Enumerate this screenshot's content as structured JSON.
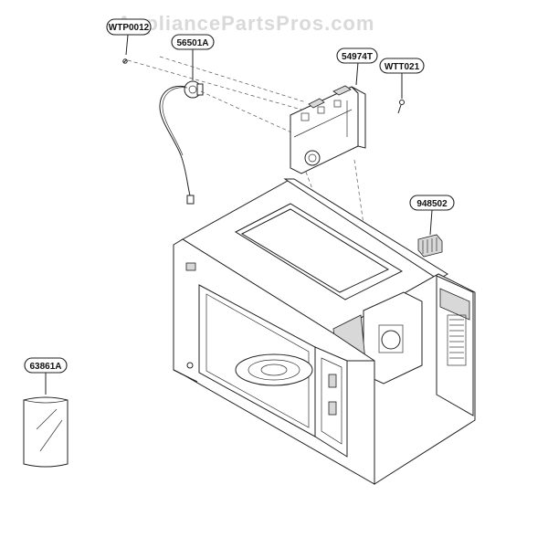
{
  "watermark": "AppliancePartsPros.com",
  "part_labels": {
    "screw_left": "WTP0012",
    "sensor_harness": "56501A",
    "bracket": "54974T",
    "screw_right": "WTT021",
    "filter": "948502",
    "bag": "63861A"
  }
}
